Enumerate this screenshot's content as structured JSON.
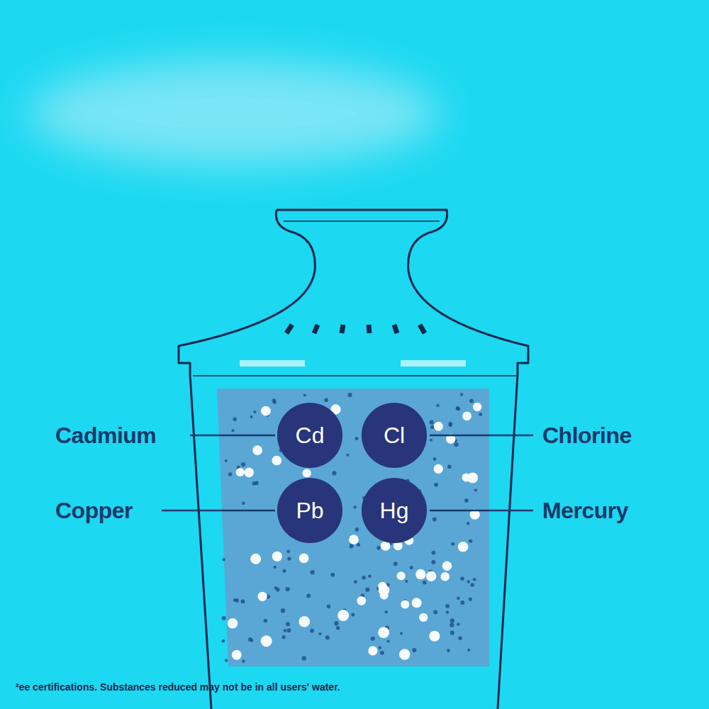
{
  "diagram": {
    "nodes": [
      {
        "text": [
          "Cd"
        ]
      },
      {
        "text": [
          "Cl"
        ]
      },
      {
        "text": [
          "Pb"
        ]
      },
      {
        "text": [
          "Hg"
        ]
      }
    ],
    "labels": [
      "Cadmium",
      "Chlorine",
      "Copper",
      "Mercury",
      "²ee certifications. Substances reduced may not be in all users' water."
    ]
  }
}
